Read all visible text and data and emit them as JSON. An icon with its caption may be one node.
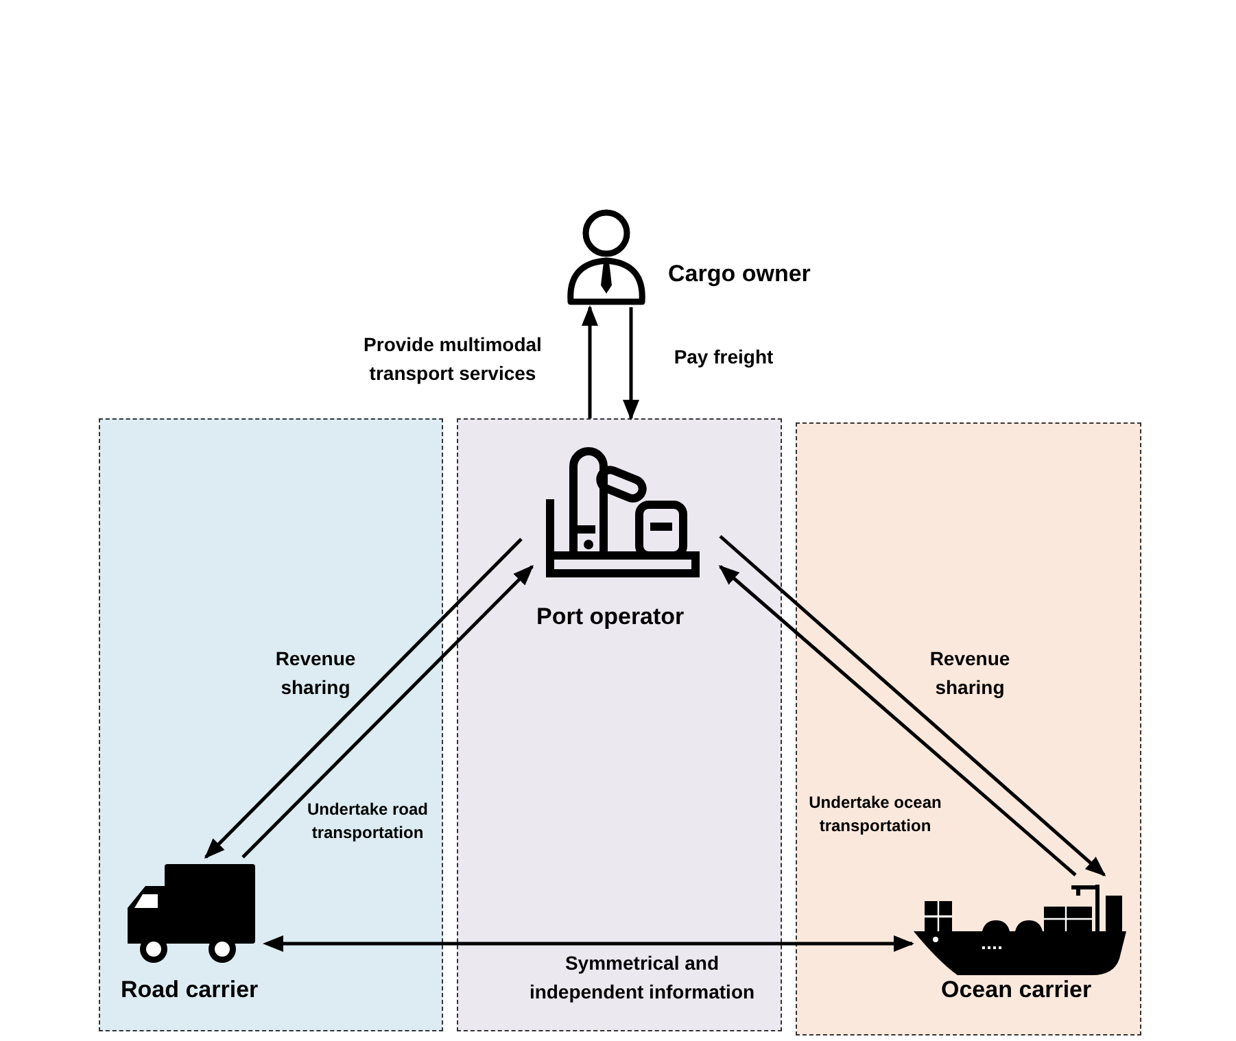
{
  "diagram": {
    "nodes": [
      {
        "text": [],
        "shape": "box"
      },
      {
        "text": [],
        "shape": "box"
      },
      {
        "text": [],
        "shape": "box"
      },
      {
        "text": [
          "Cargo owner"
        ]
      },
      {
        "text": [
          "Port operator"
        ],
        "in": 1
      },
      {
        "text": [
          "Road carrier"
        ],
        "in": 0
      },
      {
        "text": [
          "Ocean carrier"
        ],
        "in": 2
      }
    ],
    "edges": [
      {
        "from": 4,
        "to": 3,
        "arrow": "to",
        "label": "Provide multimodal transport services"
      },
      {
        "from": 3,
        "to": 4,
        "arrow": "to",
        "label": "Pay freight"
      },
      {
        "from": 4,
        "to": 5,
        "arrow": "to",
        "label": "Revenue sharing"
      },
      {
        "from": 5,
        "to": 4,
        "arrow": "to",
        "label": "Undertake road transportation"
      },
      {
        "from": 4,
        "to": 6,
        "arrow": "to",
        "label": "Revenue sharing"
      },
      {
        "from": 6,
        "to": 4,
        "arrow": "to",
        "label": "Undertake ocean transportation"
      },
      {
        "from": 5,
        "to": 6,
        "arrow": "both",
        "label": "Symmetrical and independent information"
      }
    ]
  }
}
